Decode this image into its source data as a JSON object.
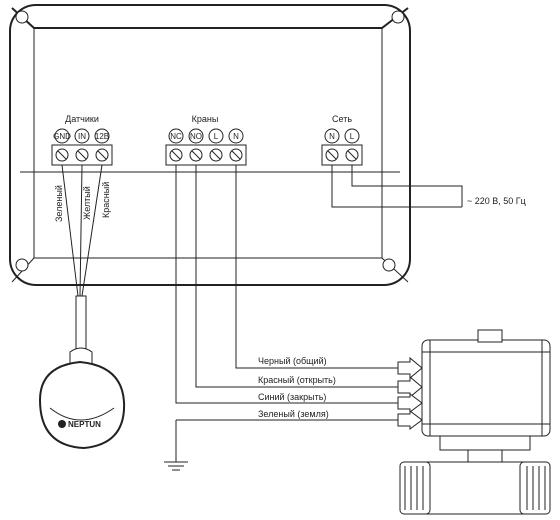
{
  "groups": {
    "sensors": {
      "title": "Датчики",
      "terminals": [
        "GND",
        "IN",
        "12В"
      ]
    },
    "valves": {
      "title": "Краны",
      "terminals": [
        "NC",
        "NO",
        "L",
        "N"
      ]
    },
    "power": {
      "title": "Сеть",
      "terminals": [
        "N",
        "L"
      ]
    }
  },
  "sensor_wires": [
    "Зеленый",
    "Желтый",
    "Красный"
  ],
  "power_supply": "~ 220 В, 50 Гц",
  "valve_wires": [
    "Черный (общий)",
    "Красный (открыть)",
    "Синий (закрыть)",
    "Зеленый (земля)"
  ],
  "sensor_brand": "NEPTUN",
  "colors": {
    "line": "#222222",
    "background": "#ffffff"
  }
}
